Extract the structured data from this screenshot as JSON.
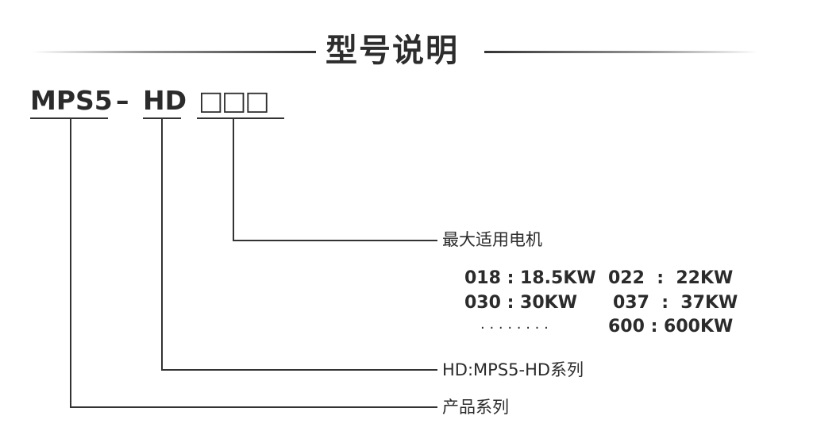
{
  "title": "型号说明",
  "model_code": {
    "series": "MPS5",
    "dash": "–",
    "variant": "HD",
    "slots": "□□□"
  },
  "annotations": {
    "motor": {
      "label": "最大适用电机",
      "specs": [
        "018 : 18.5KW",
        "022  :  22KW",
        "030 : 30KW",
        "037  :  37KW",
        "· · · · · · · ·",
        "600 : 600KW"
      ]
    },
    "hd_series": {
      "label": "HD:MPS5-HD系列"
    },
    "product_series": {
      "label": "产品系列"
    }
  }
}
